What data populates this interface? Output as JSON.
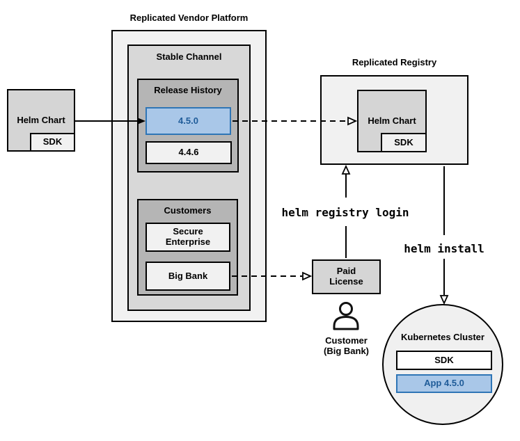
{
  "colors": {
    "highlight_fill": "#a9c7e8",
    "highlight_border": "#2e75b6",
    "highlight_text": "#1f5c99"
  },
  "platform": {
    "title": "Replicated Vendor Platform",
    "stable_channel": {
      "title": "Stable Channel",
      "release_history": {
        "title": "Release History",
        "versions": [
          {
            "label": "4.5.0",
            "highlighted": true
          },
          {
            "label": "4.4.6",
            "highlighted": false
          }
        ]
      },
      "customers": {
        "title": "Customers",
        "items": [
          {
            "label": "Secure\nEnterprise"
          },
          {
            "label": "Big Bank"
          }
        ]
      }
    }
  },
  "source_chart": {
    "label": "Helm Chart",
    "sdk": "SDK"
  },
  "registry": {
    "title": "Replicated Registry",
    "chart": {
      "label": "Helm Chart",
      "sdk": "SDK"
    }
  },
  "license": {
    "label": "Paid\nLicense"
  },
  "customer": {
    "label": "Customer\n(Big Bank)"
  },
  "commands": {
    "registry_login": "helm registry login",
    "install": "helm install"
  },
  "cluster": {
    "title": "Kubernetes Cluster",
    "sdk": "SDK",
    "app": "App 4.5.0"
  }
}
